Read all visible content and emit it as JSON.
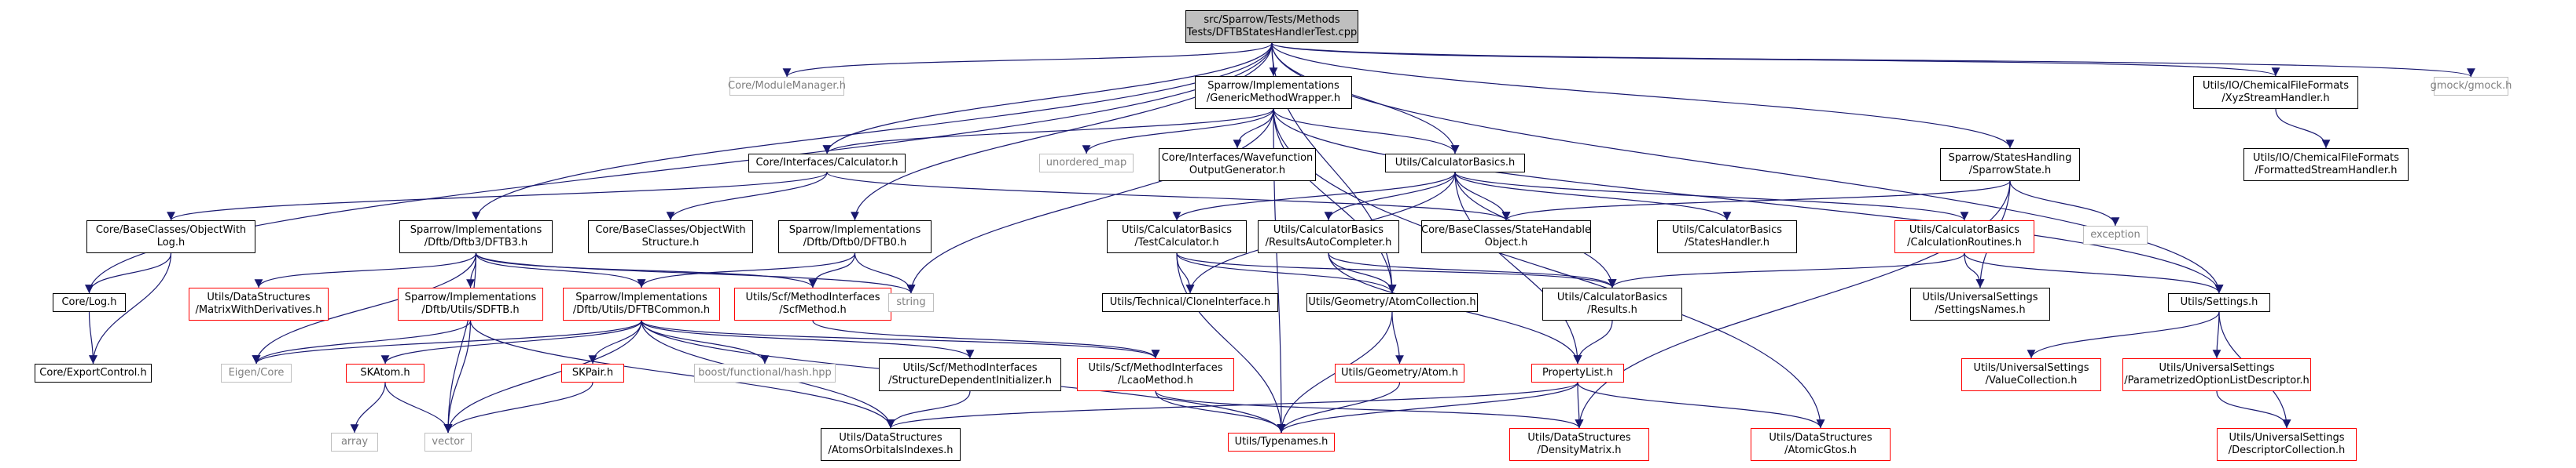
{
  "diagram": {
    "colors": {
      "edge": "#191970",
      "node_border": "#000000",
      "node_border_red": "#ff0000",
      "node_border_gray": "#bfbfbf",
      "external_text": "#7f7f7f",
      "root_fill": "#bfbfbf"
    },
    "nodes": [
      {
        "id": "root",
        "style": "root",
        "lines": [
          "src/Sparrow/Tests/Methods",
          "Tests/DFTBStatesHandlerTest.cpp"
        ]
      },
      {
        "id": "modman",
        "style": "gray",
        "lines": [
          "Core/ModuleManager.h"
        ]
      },
      {
        "id": "gmw",
        "style": "black",
        "lines": [
          "Sparrow/Implementations",
          "/GenericMethodWrapper.h"
        ]
      },
      {
        "id": "xyz",
        "style": "black",
        "lines": [
          "Utils/IO/ChemicalFileFormats",
          "/XyzStreamHandler.h"
        ]
      },
      {
        "id": "gmock",
        "style": "gray",
        "lines": [
          "gmock/gmock.h"
        ]
      },
      {
        "id": "unordered",
        "style": "gray",
        "lines": [
          "unordered_map"
        ]
      },
      {
        "id": "wavefunction",
        "style": "black",
        "lines": [
          "Core/Interfaces/Wavefunction",
          "OutputGenerator.h"
        ]
      },
      {
        "id": "calc",
        "style": "black",
        "lines": [
          "Core/Interfaces/Calculator.h"
        ]
      },
      {
        "id": "calcbasics",
        "style": "black",
        "lines": [
          "Utils/CalculatorBasics.h"
        ]
      },
      {
        "id": "sparrowstate",
        "style": "black",
        "lines": [
          "Sparrow/StatesHandling",
          "/SparrowState.h"
        ]
      },
      {
        "id": "fsh",
        "style": "black",
        "lines": [
          "Utils/IO/ChemicalFileFormats",
          "/FormattedStreamHandler.h"
        ]
      },
      {
        "id": "owlog",
        "style": "black",
        "lines": [
          "Core/BaseClasses/ObjectWith",
          "Log.h"
        ]
      },
      {
        "id": "dftb3",
        "style": "black",
        "lines": [
          "Sparrow/Implementations",
          "/Dftb/Dftb3/DFTB3.h"
        ]
      },
      {
        "id": "owstruct",
        "style": "black",
        "lines": [
          "Core/BaseClasses/ObjectWith",
          "Structure.h"
        ]
      },
      {
        "id": "dftb0",
        "style": "black",
        "lines": [
          "Sparrow/Implementations",
          "/Dftb/Dftb0/DFTB0.h"
        ]
      },
      {
        "id": "testcalc",
        "style": "black",
        "lines": [
          "Utils/CalculatorBasics",
          "/TestCalculator.h"
        ]
      },
      {
        "id": "rac",
        "style": "black",
        "lines": [
          "Utils/CalculatorBasics",
          "/ResultsAutoCompleter.h"
        ]
      },
      {
        "id": "shobj",
        "style": "black",
        "lines": [
          "Core/BaseClasses/StateHandable",
          "Object.h"
        ]
      },
      {
        "id": "statesh",
        "style": "black",
        "lines": [
          "Utils/CalculatorBasics",
          "/StatesHandler.h"
        ]
      },
      {
        "id": "calcroutines",
        "style": "red",
        "lines": [
          "Utils/CalculatorBasics",
          "/CalculationRoutines.h"
        ]
      },
      {
        "id": "exception",
        "style": "gray",
        "lines": [
          "exception"
        ]
      },
      {
        "id": "corelog",
        "style": "black",
        "lines": [
          "Core/Log.h"
        ]
      },
      {
        "id": "mwd",
        "style": "red",
        "lines": [
          "Utils/DataStructures",
          "/MatrixWithDerivatives.h"
        ]
      },
      {
        "id": "sdftb",
        "style": "red",
        "lines": [
          "Sparrow/Implementations",
          "/Dftb/Utils/SDFTB.h"
        ]
      },
      {
        "id": "dftbcommon",
        "style": "red",
        "lines": [
          "Sparrow/Implementations",
          "/Dftb/Utils/DFTBCommon.h"
        ]
      },
      {
        "id": "scfmethod",
        "style": "red",
        "lines": [
          "Utils/Scf/MethodInterfaces",
          "/ScfMethod.h"
        ]
      },
      {
        "id": "string",
        "style": "gray",
        "lines": [
          "string"
        ]
      },
      {
        "id": "clone",
        "style": "black",
        "lines": [
          "Utils/Technical/CloneInterface.h"
        ]
      },
      {
        "id": "atomcoll",
        "style": "black",
        "lines": [
          "Utils/Geometry/AtomCollection.h"
        ]
      },
      {
        "id": "results",
        "style": "black",
        "lines": [
          "Utils/CalculatorBasics",
          "/Results.h"
        ]
      },
      {
        "id": "settingsnames",
        "style": "black",
        "lines": [
          "Utils/UniversalSettings",
          "/SettingsNames.h"
        ]
      },
      {
        "id": "settings",
        "style": "black",
        "lines": [
          "Utils/Settings.h"
        ]
      },
      {
        "id": "exportctl",
        "style": "black",
        "lines": [
          "Core/ExportControl.h"
        ]
      },
      {
        "id": "eigen",
        "style": "gray",
        "lines": [
          "Eigen/Core"
        ]
      },
      {
        "id": "skatom",
        "style": "red",
        "lines": [
          "SKAtom.h"
        ]
      },
      {
        "id": "skpair",
        "style": "red",
        "lines": [
          "SKPair.h"
        ]
      },
      {
        "id": "hash",
        "style": "gray",
        "lines": [
          "boost/functional/hash.hpp"
        ]
      },
      {
        "id": "sdi",
        "style": "black",
        "lines": [
          "Utils/Scf/MethodInterfaces",
          "/StructureDependentInitializer.h"
        ]
      },
      {
        "id": "lcao",
        "style": "red",
        "lines": [
          "Utils/Scf/MethodInterfaces",
          "/LcaoMethod.h"
        ]
      },
      {
        "id": "geomatom",
        "style": "red",
        "lines": [
          "Utils/Geometry/Atom.h"
        ]
      },
      {
        "id": "proplist",
        "style": "red",
        "lines": [
          "PropertyList.h"
        ]
      },
      {
        "id": "valuecoll",
        "style": "red",
        "lines": [
          "Utils/UniversalSettings",
          "/ValueCollection.h"
        ]
      },
      {
        "id": "pold",
        "style": "red",
        "lines": [
          "Utils/UniversalSettings",
          "/ParametrizedOptionListDescriptor.h"
        ]
      },
      {
        "id": "array",
        "style": "gray",
        "lines": [
          "array"
        ]
      },
      {
        "id": "vector",
        "style": "gray",
        "lines": [
          "vector"
        ]
      },
      {
        "id": "aoi",
        "style": "black",
        "lines": [
          "Utils/DataStructures",
          "/AtomsOrbitalsIndexes.h"
        ]
      },
      {
        "id": "typenames",
        "style": "red",
        "lines": [
          "Utils/Typenames.h"
        ]
      },
      {
        "id": "density",
        "style": "red",
        "lines": [
          "Utils/DataStructures",
          "/DensityMatrix.h"
        ]
      },
      {
        "id": "atomicgtos",
        "style": "red",
        "lines": [
          "Utils/DataStructures",
          "/AtomicGtos.h"
        ]
      },
      {
        "id": "desccoll",
        "style": "red",
        "lines": [
          "Utils/UniversalSettings",
          "/DescriptorCollection.h"
        ]
      }
    ],
    "edges": [
      [
        "root",
        "modman"
      ],
      [
        "root",
        "gmw"
      ],
      [
        "root",
        "xyz"
      ],
      [
        "root",
        "gmock"
      ],
      [
        "root",
        "calc"
      ],
      [
        "root",
        "calcbasics"
      ],
      [
        "root",
        "sparrowstate"
      ],
      [
        "root",
        "corelog"
      ],
      [
        "root",
        "dftb3"
      ],
      [
        "root",
        "dftb0"
      ],
      [
        "root",
        "atomcoll"
      ],
      [
        "root",
        "settings"
      ],
      [
        "gmw",
        "calc"
      ],
      [
        "gmw",
        "calcbasics"
      ],
      [
        "gmw",
        "unordered"
      ],
      [
        "gmw",
        "wavefunction"
      ],
      [
        "gmw",
        "string"
      ],
      [
        "gmw",
        "atomcoll"
      ],
      [
        "gmw",
        "settings"
      ],
      [
        "gmw",
        "atomicgtos"
      ],
      [
        "gmw",
        "typenames"
      ],
      [
        "xyz",
        "fsh"
      ],
      [
        "calc",
        "owlog"
      ],
      [
        "calc",
        "owstruct"
      ],
      [
        "calc",
        "shobj"
      ],
      [
        "calcbasics",
        "testcalc"
      ],
      [
        "calcbasics",
        "rac"
      ],
      [
        "calcbasics",
        "shobj"
      ],
      [
        "calcbasics",
        "statesh"
      ],
      [
        "calcbasics",
        "calcroutines"
      ],
      [
        "calcbasics",
        "results"
      ],
      [
        "calcbasics",
        "proplist"
      ],
      [
        "calcbasics",
        "clone"
      ],
      [
        "sparrowstate",
        "shobj"
      ],
      [
        "sparrowstate",
        "exception"
      ],
      [
        "sparrowstate",
        "settingsnames"
      ],
      [
        "sparrowstate",
        "density"
      ],
      [
        "owlog",
        "corelog"
      ],
      [
        "owlog",
        "exportctl"
      ],
      [
        "corelog",
        "exportctl"
      ],
      [
        "dftb3",
        "mwd"
      ],
      [
        "dftb3",
        "sdftb"
      ],
      [
        "dftb3",
        "dftbcommon"
      ],
      [
        "dftb3",
        "scfmethod"
      ],
      [
        "dftb3",
        "string"
      ],
      [
        "dftb3",
        "eigen"
      ],
      [
        "dftb3",
        "vector"
      ],
      [
        "dftb0",
        "dftbcommon"
      ],
      [
        "dftb0",
        "scfmethod"
      ],
      [
        "dftb0",
        "string"
      ],
      [
        "testcalc",
        "clone"
      ],
      [
        "testcalc",
        "atomcoll"
      ],
      [
        "testcalc",
        "results"
      ],
      [
        "testcalc",
        "typenames"
      ],
      [
        "rac",
        "atomcoll"
      ],
      [
        "rac",
        "results"
      ],
      [
        "rac",
        "proplist"
      ],
      [
        "calcroutines",
        "results"
      ],
      [
        "calcroutines",
        "settingsnames"
      ],
      [
        "calcroutines",
        "settings"
      ],
      [
        "sdftb",
        "eigen"
      ],
      [
        "sdftb",
        "vector"
      ],
      [
        "sdftb",
        "aoi"
      ],
      [
        "dftbcommon",
        "eigen"
      ],
      [
        "dftbcommon",
        "skatom"
      ],
      [
        "dftbcommon",
        "skpair"
      ],
      [
        "dftbcommon",
        "hash"
      ],
      [
        "dftbcommon",
        "sdi"
      ],
      [
        "dftbcommon",
        "lcao"
      ],
      [
        "dftbcommon",
        "aoi"
      ],
      [
        "dftbcommon",
        "vector"
      ],
      [
        "dftbcommon",
        "typenames"
      ],
      [
        "scfmethod",
        "lcao"
      ],
      [
        "atomcoll",
        "geomatom"
      ],
      [
        "atomcoll",
        "typenames"
      ],
      [
        "geomatom",
        "typenames"
      ],
      [
        "results",
        "proplist"
      ],
      [
        "proplist",
        "typenames"
      ],
      [
        "proplist",
        "density"
      ],
      [
        "proplist",
        "atomicgtos"
      ],
      [
        "proplist",
        "aoi"
      ],
      [
        "settings",
        "valuecoll"
      ],
      [
        "settings",
        "pold"
      ],
      [
        "settings",
        "desccoll"
      ],
      [
        "pold",
        "desccoll"
      ],
      [
        "skatom",
        "array"
      ],
      [
        "skatom",
        "vector"
      ],
      [
        "skpair",
        "vector"
      ],
      [
        "sdi",
        "aoi"
      ],
      [
        "lcao",
        "typenames"
      ],
      [
        "lcao",
        "density"
      ]
    ]
  }
}
